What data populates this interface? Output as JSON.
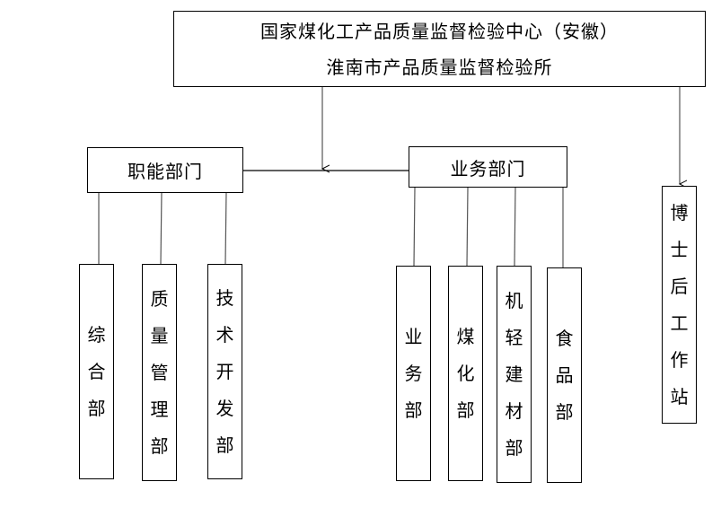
{
  "root": {
    "line1": "国家煤化工产品质量监督检验中心（安徽）",
    "line2": "淮南市产品质量监督检验所"
  },
  "functional": {
    "label": "职能部门",
    "children": [
      "综合部",
      "质量管理部",
      "技术开发部"
    ]
  },
  "business": {
    "label": "业务部门",
    "children": [
      "业务部",
      "煤化部",
      "机轻建材部",
      "食品部"
    ]
  },
  "postdoc": {
    "label": "博士后工作站"
  }
}
